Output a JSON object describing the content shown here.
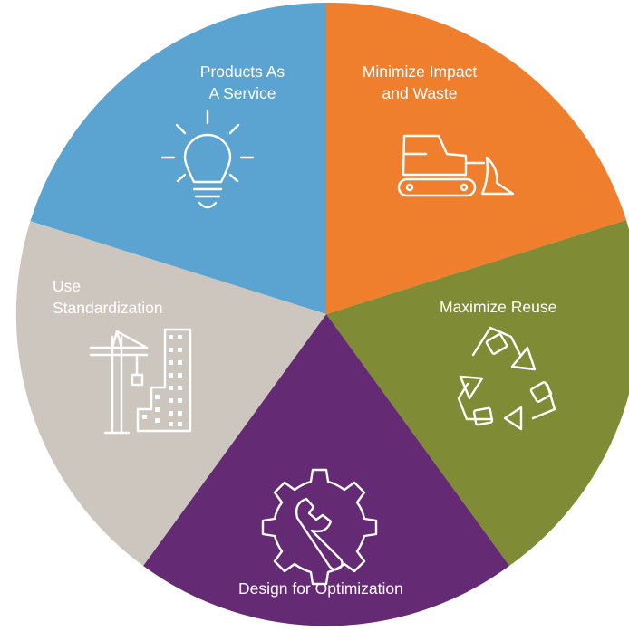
{
  "segments": [
    {
      "id": "products-as-a-service",
      "lines": [
        "Products As",
        "A Service"
      ],
      "color": "#5BA3D0",
      "icon": "lightbulb-icon"
    },
    {
      "id": "minimize-impact",
      "lines": [
        "Minimize Impact",
        "and Waste"
      ],
      "color": "#F07F2D",
      "icon": "bulldozer-icon"
    },
    {
      "id": "maximize-reuse",
      "lines": [
        "Maximize Reuse"
      ],
      "color": "#7F8C35",
      "icon": "recycle-icon"
    },
    {
      "id": "design-optimization",
      "lines": [
        "Design for Optimization"
      ],
      "color": "#642A73",
      "icon": "gear-wrench-icon"
    },
    {
      "id": "use-standardization",
      "lines": [
        "Use",
        "Standardization"
      ],
      "color": "#CDC6BE",
      "icon": "crane-building-icon"
    }
  ]
}
